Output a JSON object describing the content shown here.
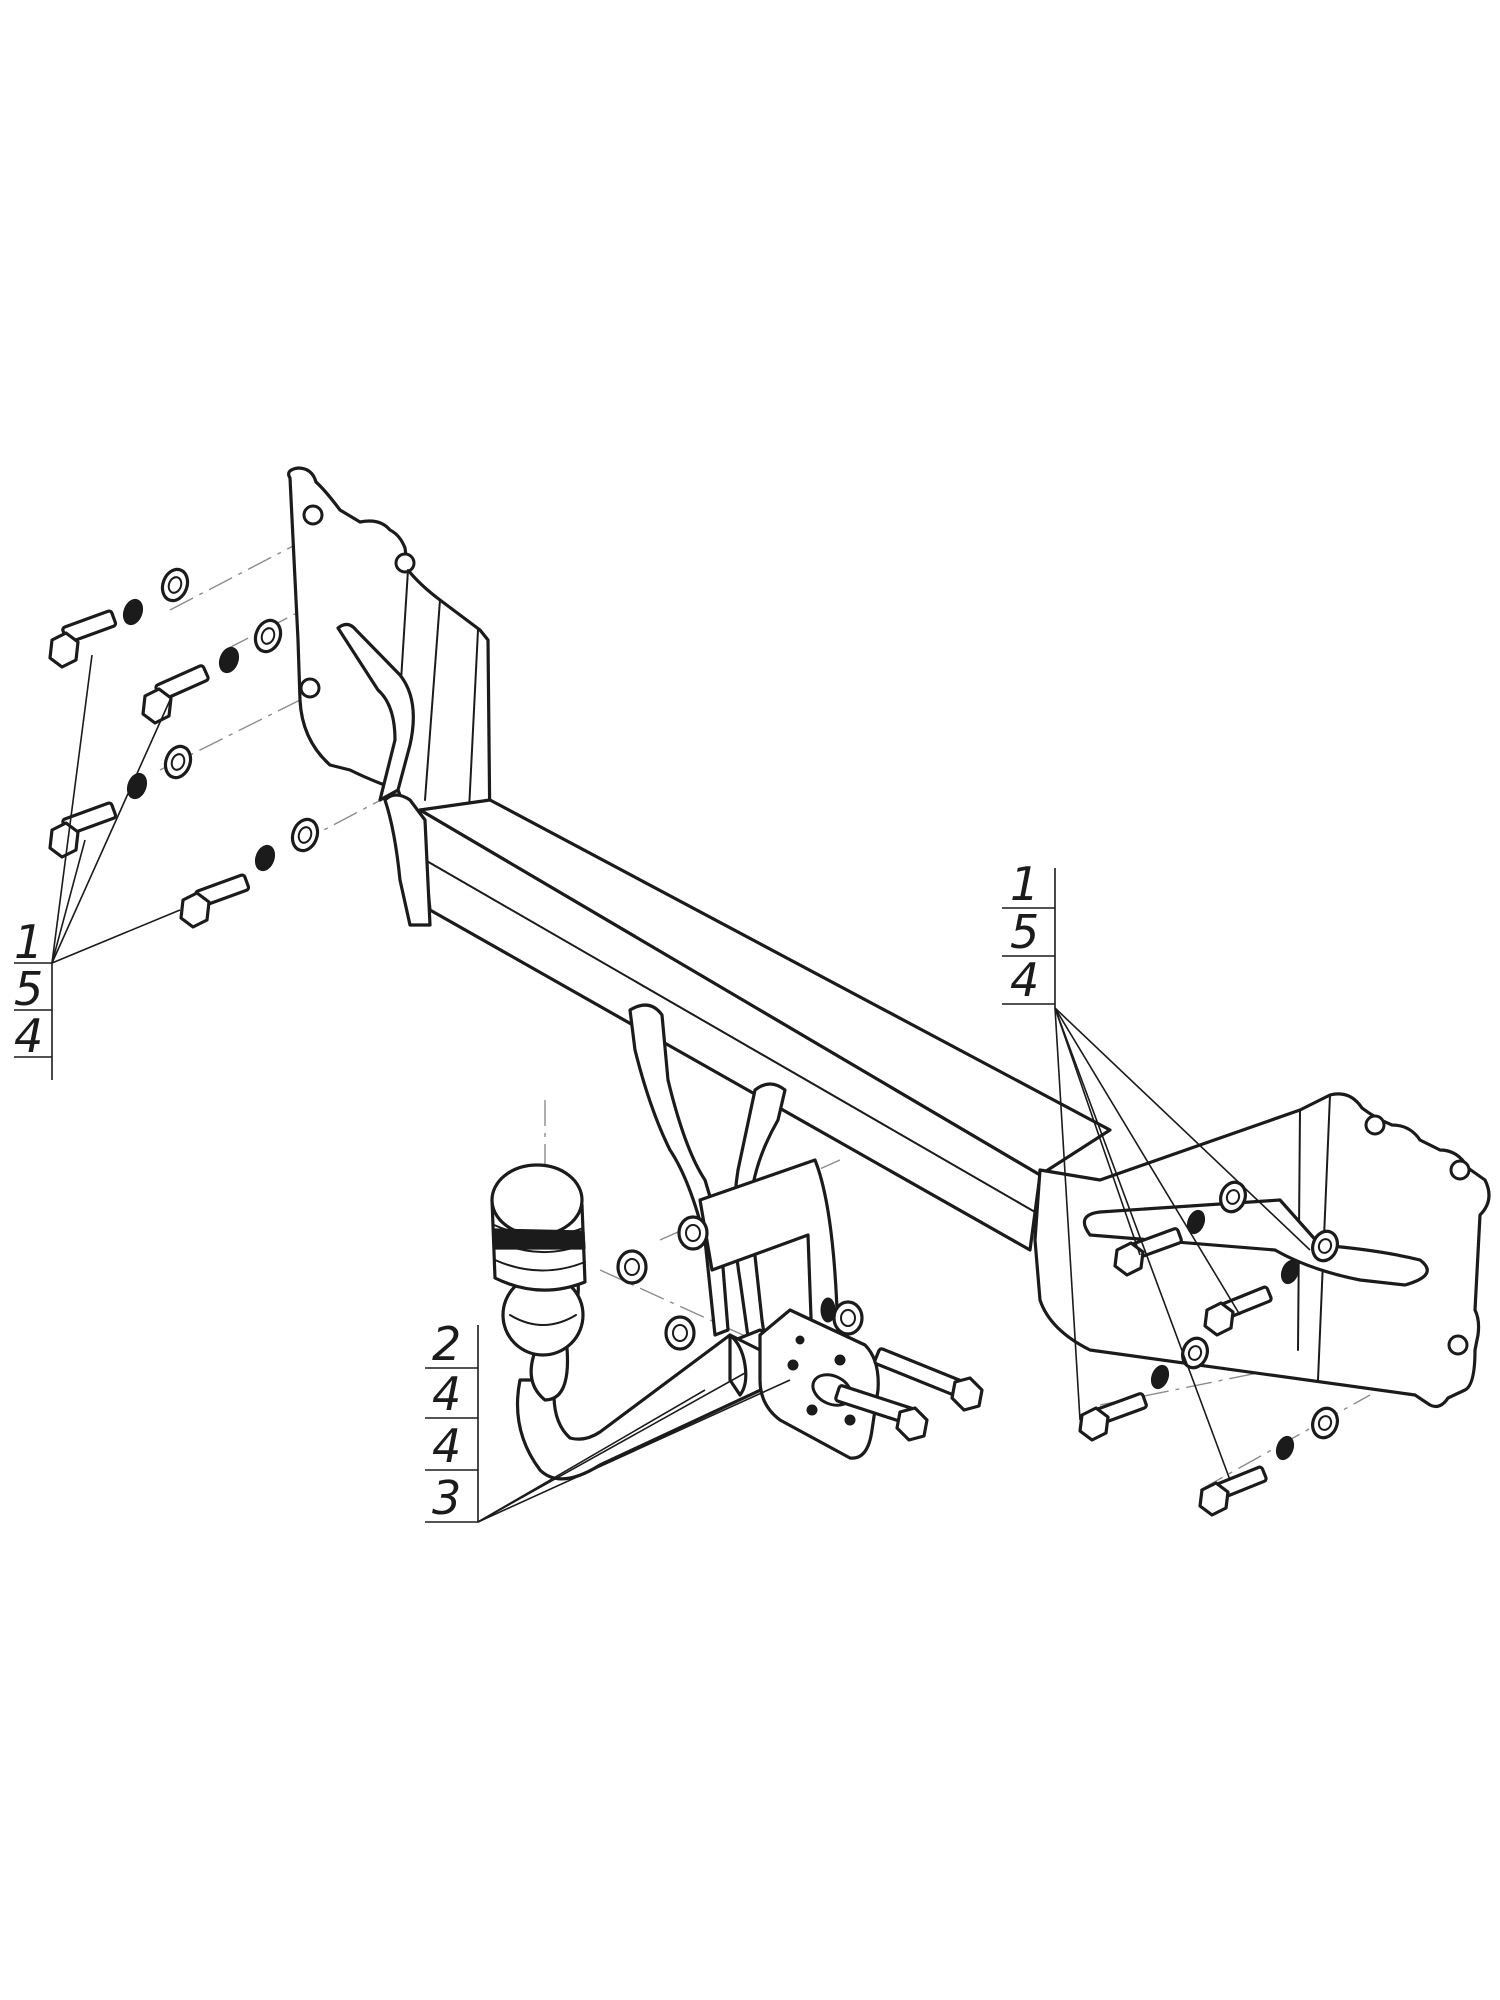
{
  "diagram": {
    "callouts": {
      "left_bracket": [
        "1",
        "5",
        "4"
      ],
      "right_bracket": [
        "1",
        "5",
        "4"
      ],
      "ball_mount": [
        "2",
        "4",
        "4",
        "3"
      ]
    }
  },
  "icons": {
    "bolt": "bolt-icon",
    "nut": "nut-icon",
    "washer": "washer-icon"
  }
}
